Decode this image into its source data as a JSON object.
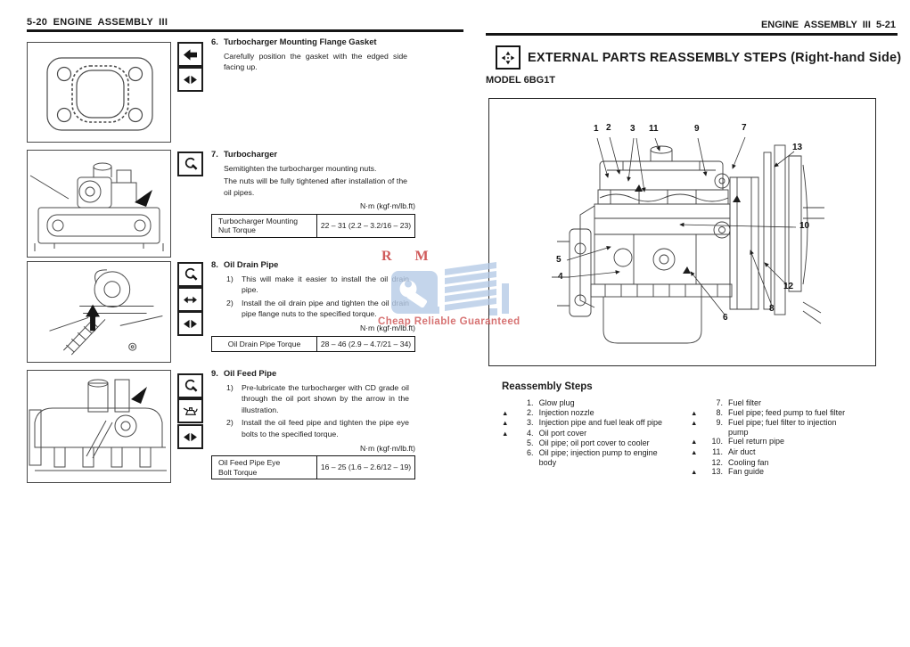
{
  "left_page": {
    "header": "5-20  ENGINE ASSEMBLY  III",
    "sections": [
      {
        "num": "6.",
        "title": "Turbocharger Mounting Flange Gasket",
        "body": "Carefully position the gasket with the edged side facing up."
      },
      {
        "num": "7.",
        "title": "Turbocharger",
        "p1": "Semitighten the turbocharger mounting nuts.",
        "p2": "The nuts will be fully tightened after installation of the oil pipes.",
        "unit": "N·m (kgf·m/lb.ft)",
        "table": {
          "label": "Turbocharger Mounting\nNut Torque",
          "value": "22 – 31 (2.2 – 3.2/16 – 23)"
        }
      },
      {
        "num": "8.",
        "title": "Oil Drain Pipe",
        "steps": [
          {
            "n": "1)",
            "t": "This will make it easier to install the oil drain pipe."
          },
          {
            "n": "2)",
            "t": "Install the oil drain pipe and tighten the oil drain pipe flange nuts to the specified torque."
          }
        ],
        "unit": "N·m (kgf·m/lb.ft)",
        "table": {
          "label": "Oil Drain Pipe Torque",
          "value": "28 – 46 (2.9 – 4.7/21 – 34)"
        }
      },
      {
        "num": "9.",
        "title": "Oil Feed Pipe",
        "steps": [
          {
            "n": "1)",
            "t": "Pre-lubricate the turbocharger with CD grade oil through the oil port shown by the arrow in the illustration."
          },
          {
            "n": "2)",
            "t": "Install the oil feed pipe and tighten the pipe eye bolts to the specified torque."
          }
        ],
        "unit": "N·m (kgf·m/lb.ft)",
        "table": {
          "label": "Oil Feed Pipe Eye\nBolt Torque",
          "value": "16 – 25 (1.6 – 2.6/12 – 19)"
        }
      }
    ]
  },
  "right_page": {
    "header": "ENGINE ASSEMBLY  III  5-21",
    "section_title": "EXTERNAL PARTS REASSEMBLY STEPS (Right-hand Side)",
    "model": "MODEL 6BG1T",
    "diagram_callouts": [
      "1",
      "2",
      "3",
      "11",
      "9",
      "7",
      "13",
      "10",
      "5",
      "4",
      "12",
      "8",
      "6"
    ],
    "reassembly": {
      "heading": "Reassembly Steps",
      "items": [
        {
          "flag": "",
          "num": "1.",
          "text": "Glow plug"
        },
        {
          "flag": "▲",
          "num": "2.",
          "text": "Injection nozzle"
        },
        {
          "flag": "▲",
          "num": "3.",
          "text": "Injection pipe and fuel leak off pipe"
        },
        {
          "flag": "▲",
          "num": "4.",
          "text": "Oil port cover"
        },
        {
          "flag": "",
          "num": "5.",
          "text": "Oil pipe; oil port cover to cooler"
        },
        {
          "flag": "",
          "num": "6.",
          "text": "Oil pipe; injection pump to engine\nbody"
        },
        {
          "flag": "",
          "num": "7.",
          "text": "Fuel filter"
        },
        {
          "flag": "▲",
          "num": "8.",
          "text": "Fuel pipe; feed pump to fuel filter"
        },
        {
          "flag": "▲",
          "num": "9.",
          "text": "Fuel pipe; fuel filter to injection\npump"
        },
        {
          "flag": "▲",
          "num": "10.",
          "text": "Fuel return pipe"
        },
        {
          "flag": "▲",
          "num": "11.",
          "text": "Air duct"
        },
        {
          "flag": "",
          "num": "12.",
          "text": "Cooling fan"
        },
        {
          "flag": "▲",
          "num": "13.",
          "text": "Fan guide"
        }
      ]
    }
  },
  "watermark": {
    "letters": "R M",
    "tagline": "Cheap Reliable Guaranteed"
  },
  "icons": {
    "left-arrow": "solid left arrow",
    "double-arrow": "two opposed arrowheads",
    "left-right-arrow": "double-headed arrow",
    "wrench": "ring spanner",
    "oil-can": "oiler can",
    "four-way-arrows": "arrows pointing outward in four directions",
    "flag-triangle": "▲"
  },
  "colors": {
    "rule": "#151515",
    "text": "#1c1c1c",
    "watermark_red": "#c84a4a",
    "watermark_blue": "#b6cbe7"
  }
}
